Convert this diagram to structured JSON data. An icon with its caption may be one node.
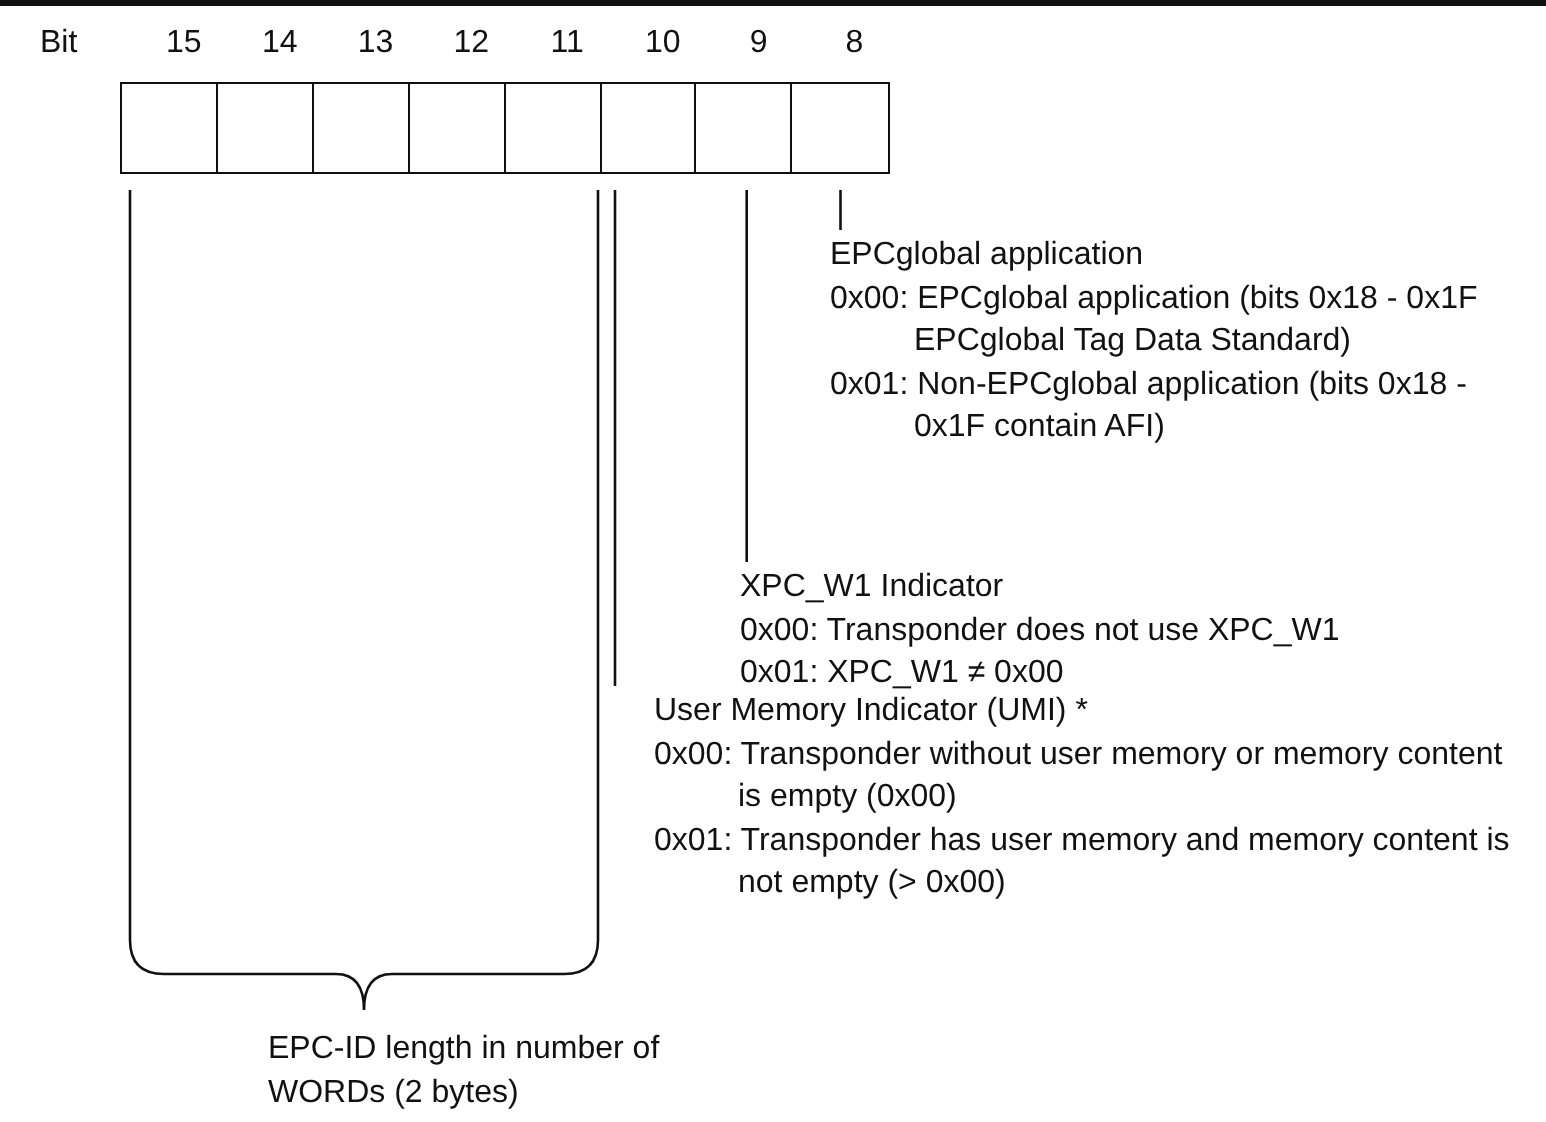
{
  "diagram": {
    "nodes": [
      {
        "text": [],
        "shape": "box"
      },
      {
        "text": [],
        "shape": "box"
      },
      {
        "text": [],
        "shape": "box"
      },
      {
        "text": [],
        "shape": "box"
      },
      {
        "text": [],
        "shape": "box"
      },
      {
        "text": [],
        "shape": "box"
      },
      {
        "text": [],
        "shape": "box"
      },
      {
        "text": [],
        "shape": "box"
      },
      {
        "text": [
          "EPCglobal application",
          "0x00: EPCglobal application (bits 0x18 - 0x1F EPCglobal Tag Data Standard)",
          "0x01: Non-EPCglobal application (bits 0x18 - 0x1F contain AFI)"
        ]
      },
      {
        "text": [
          "XPC_W1 Indicator",
          "0x00: Transponder does not use XPC_W1",
          "0x01: XPC_W1 ≠ 0x00"
        ]
      },
      {
        "text": [
          "User Memory Indicator (UMI) *",
          "0x00: Transponder without user memory or memory content is empty (0x00)",
          "0x01: Transponder has user memory and memory content is not empty (> 0x00)"
        ]
      }
    ],
    "edges": [
      {
        "from": 8,
        "to": 7,
        "arrow": "none"
      },
      {
        "from": 9,
        "to": 6,
        "arrow": "none"
      },
      {
        "from": 10,
        "to": 5,
        "arrow": "none"
      }
    ],
    "labels": [
      "Bit",
      "15",
      "14",
      "13",
      "12",
      "11",
      "10",
      "9",
      "8",
      "EPC-ID length in number of WORDs (2 bytes)"
    ]
  }
}
